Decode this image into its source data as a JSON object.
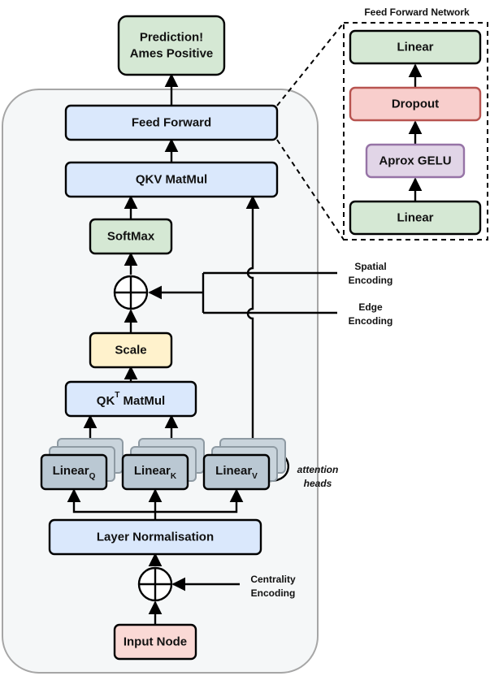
{
  "ffn_title": "Feed Forward Network",
  "blocks": {
    "prediction_line1": "Prediction!",
    "prediction_line2": "Ames Positive",
    "feed_forward": "Feed Forward",
    "qkv_matmul": "QKV MatMul",
    "softmax": "SoftMax",
    "scale": "Scale",
    "qkt_matmul_prefix": "QK",
    "qkt_matmul_sup": "T",
    "qkt_matmul_suffix": " MatMul",
    "linear_label": "Linear",
    "linear_q_sub": "Q",
    "linear_k_sub": "K",
    "linear_v_sub": "V",
    "layer_norm": "Layer Normalisation",
    "input_node": "Input Node"
  },
  "ffn": {
    "linear_top": "Linear",
    "dropout": "Dropout",
    "gelu": "Aprox GELU",
    "linear_bottom": "Linear"
  },
  "side_labels": {
    "spatial_line1": "Spatial",
    "spatial_line2": "Encoding",
    "edge_line1": "Edge",
    "edge_line2": "Encoding",
    "centrality_line1": "Centrality",
    "centrality_line2": "Encoding",
    "heads_line1": "attention",
    "heads_line2": "heads"
  },
  "colors": {
    "green": "#d5e8d4",
    "blue": "#dae8fc",
    "yellow": "#fff2cc",
    "red": "#f8cecc",
    "red_border": "#b85450",
    "purple": "#e1d5e7",
    "purple_border": "#9673a6",
    "gray": "#bac8d3",
    "pink": "#fad9d5",
    "container": "#f5f7f8"
  }
}
